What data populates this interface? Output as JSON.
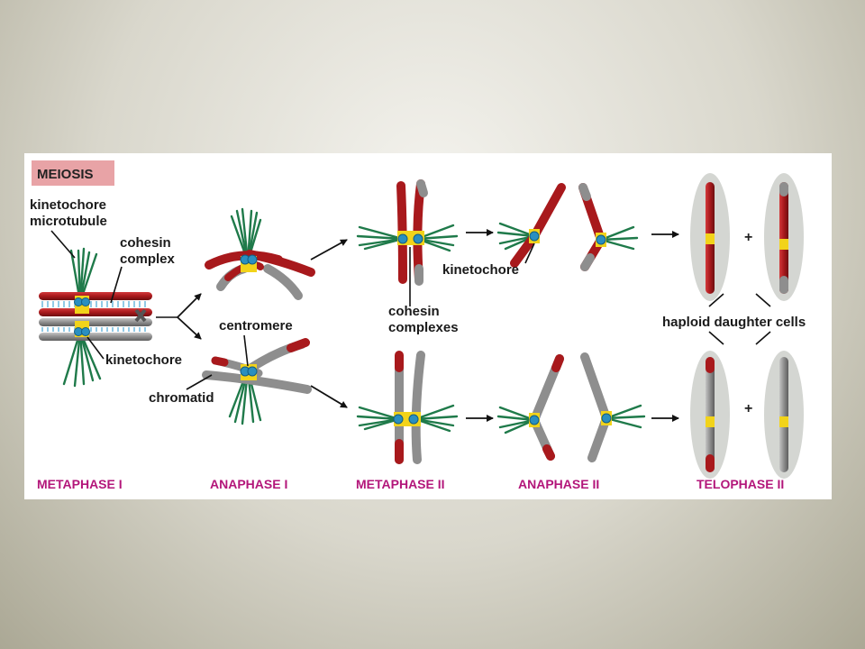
{
  "figure": {
    "title": "MEIOSIS",
    "labels": {
      "kinetochore_microtubule": [
        "kinetochore",
        "microtubule"
      ],
      "cohesin_complex": [
        "cohesin",
        "complex"
      ],
      "kinetochore_left": "kinetochore",
      "centromere": "centromere",
      "chromatid": "chromatid",
      "cohesin_complexes": [
        "cohesin",
        "complexes"
      ],
      "kinetochore_center": "kinetochore",
      "haploid_daughter_cells": "haploid daughter cells"
    },
    "plus_signs": [
      "+",
      "+"
    ],
    "stages": [
      "METAPHASE I",
      "ANAPHASE I",
      "METAPHASE II",
      "ANAPHASE II",
      "TELOPHASE II"
    ]
  },
  "colors": {
    "red_chromatid": "#a8191c",
    "gray_chromatid": "#8e8e8e",
    "cohesin": "#f2d31a",
    "kinetochore": "#2a8fc0",
    "microtubule": "#1f7a4a",
    "title_badge": "#e8a3a6",
    "stage_label": "#b3167a",
    "cell_oval": "#d4d6d2"
  }
}
